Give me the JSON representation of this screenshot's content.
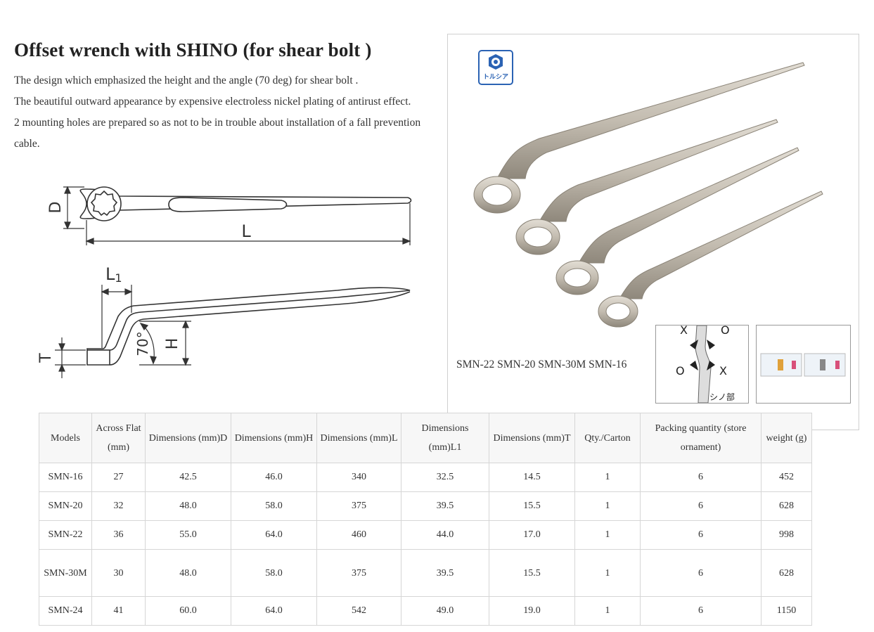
{
  "page": {
    "title": "Offset wrench with SHINO (for shear bolt )",
    "description": [
      "The design which emphasized the height and the angle (70 deg) for shear bolt .",
      "The beautiful outward appearance by expensive electroless nickel plating of antirust effect.",
      "2 mounting holes are prepared so as not to be in trouble about installation of a fall prevention cable."
    ]
  },
  "diagram": {
    "labels": {
      "d": "D",
      "l": "L",
      "l1_main": "L",
      "l1_sub": "1",
      "t": "T",
      "h": "H",
      "angle": "70°"
    }
  },
  "photo": {
    "badge_text": "トルシア",
    "caption": "SMN-22 SMN-20 SMN-30M SMN-16",
    "thumb1_label": "シノ部",
    "thumb1_o": "O",
    "thumb1_x": "X"
  },
  "colors": {
    "badge_blue": "#2b63b4",
    "border": "#d6d6d6",
    "header_bg": "#f7f7f7",
    "wrench_metal": "#c3bcb0"
  },
  "table": {
    "headers": [
      "Models",
      "Across Flat (mm)",
      "Dimensions (mm)D",
      "Dimensions (mm)H",
      "Dimensions (mm)L",
      "Dimensions (mm)L1",
      "Dimensions (mm)T",
      "Qty./Carton",
      "Packing quantity (store ornament)",
      "weight (g)"
    ],
    "rows": [
      [
        "SMN-16",
        "27",
        "42.5",
        "46.0",
        "340",
        "32.5",
        "14.5",
        "1",
        "6",
        "452"
      ],
      [
        "SMN-20",
        "32",
        "48.0",
        "58.0",
        "375",
        "39.5",
        "15.5",
        "1",
        "6",
        "628"
      ],
      [
        "SMN-22",
        "36",
        "55.0",
        "64.0",
        "460",
        "44.0",
        "17.0",
        "1",
        "6",
        "998"
      ],
      [
        "SMN-30M",
        "30",
        "48.0",
        "58.0",
        "375",
        "39.5",
        "15.5",
        "1",
        "6",
        "628"
      ],
      [
        "SMN-24",
        "41",
        "60.0",
        "64.0",
        "542",
        "49.0",
        "19.0",
        "1",
        "6",
        "1150"
      ]
    ]
  }
}
